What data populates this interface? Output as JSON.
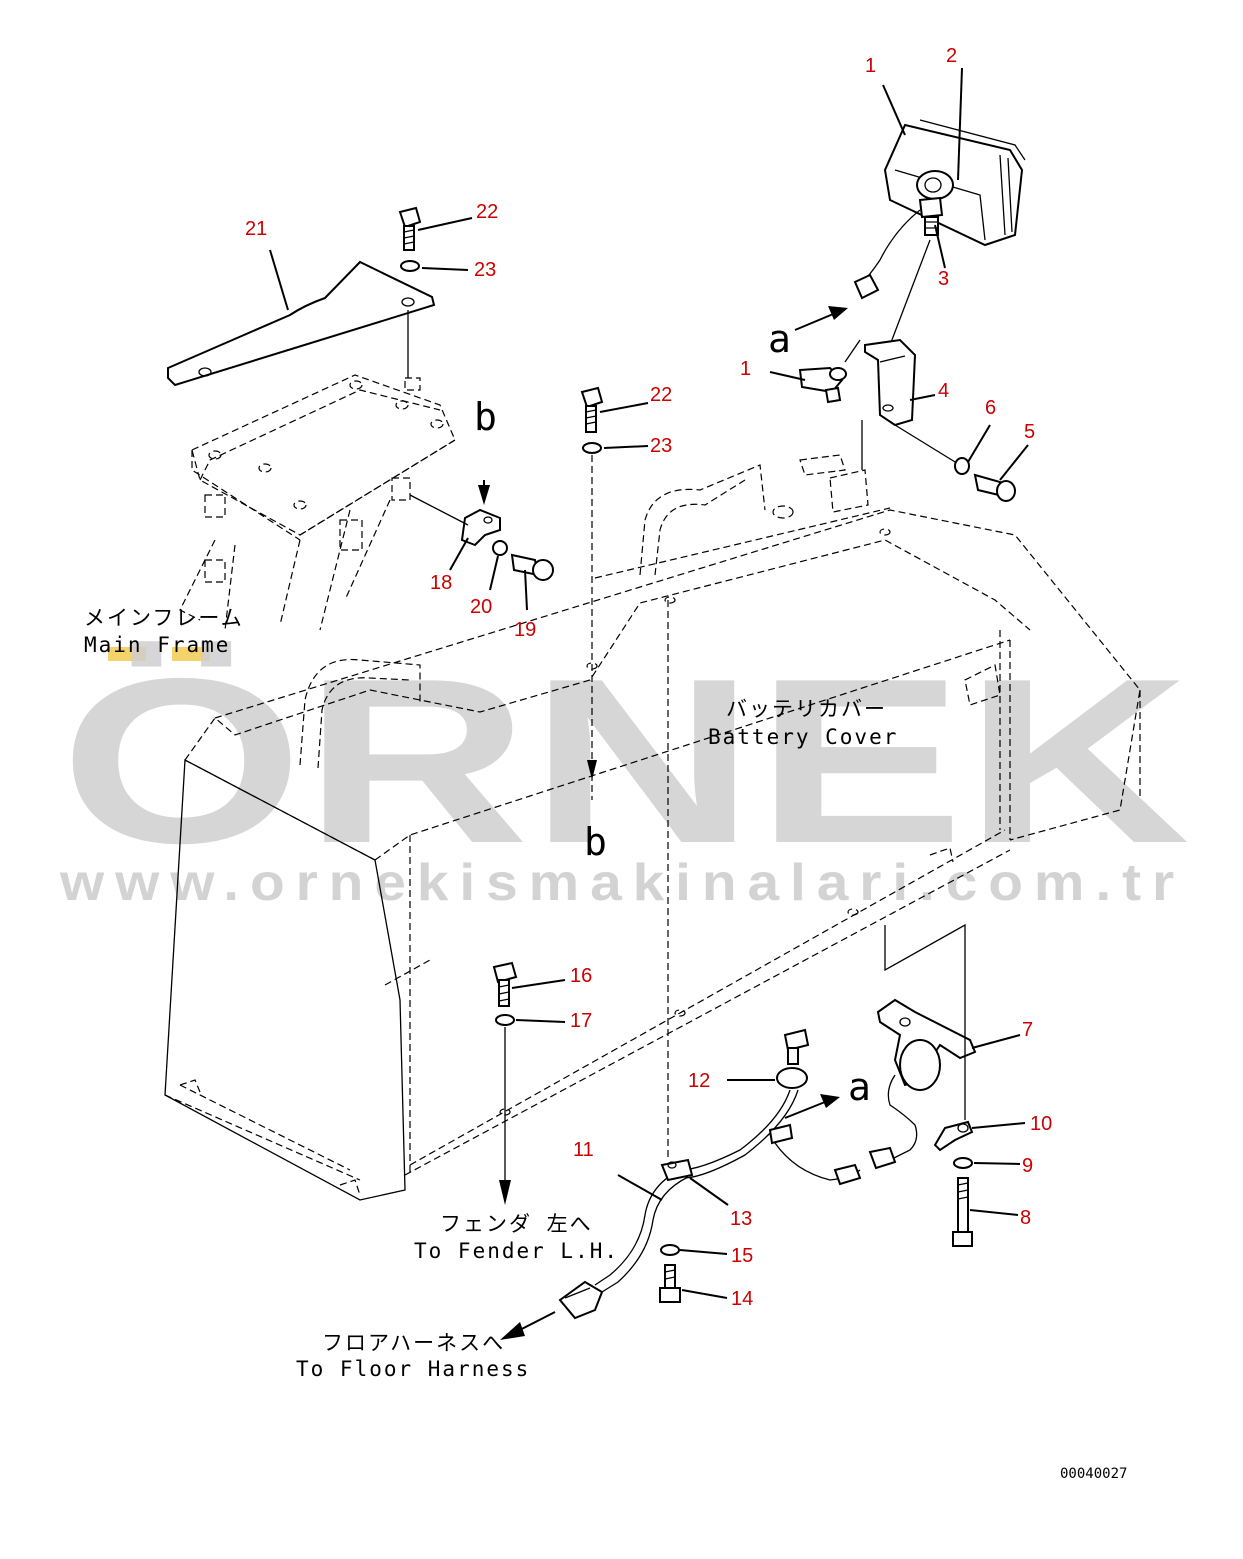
{
  "diagram": {
    "callouts": [
      "1",
      "2",
      "3",
      "1",
      "4",
      "6",
      "5",
      "21",
      "22",
      "23",
      "22",
      "23",
      "18",
      "20",
      "19",
      "16",
      "17",
      "12",
      "11",
      "13",
      "15",
      "14",
      "7",
      "10",
      "9",
      "8"
    ],
    "letters": [
      "a",
      "b",
      "b",
      "a"
    ],
    "labels": {
      "main_frame_jp": "メインフレーム",
      "main_frame_en": "Main Frame",
      "battery_cover_jp": "バッテリカバー",
      "battery_cover_en": "Battery Cover",
      "fender_jp": "フェンダ 左へ",
      "fender_en": "To Fender L.H.",
      "floor_jp": "フロアハーネスへ",
      "floor_en": "To Floor Harness"
    },
    "drawing_code": "00040027"
  },
  "watermark": {
    "brand": "ÖRNEK",
    "url": "www.ornekismakinalari.com.tr",
    "accent_color": "#f3d36a",
    "text_color": "#cfcfcf"
  },
  "colors": {
    "callout": "#cc0000",
    "line": "#000000"
  }
}
